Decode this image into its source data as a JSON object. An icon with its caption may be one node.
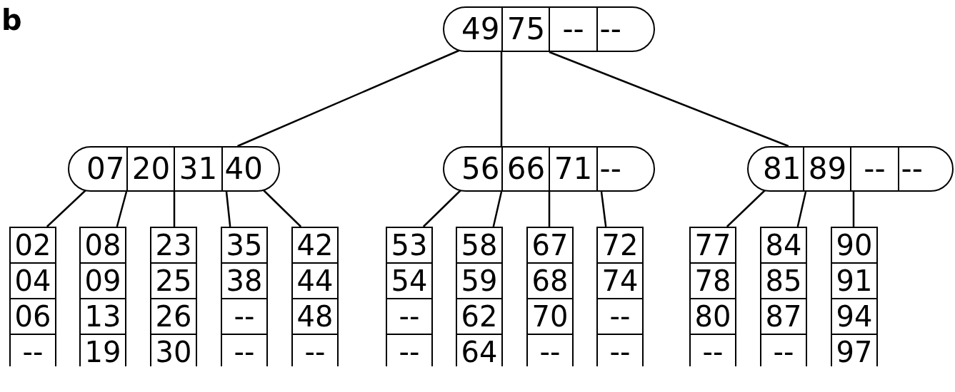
{
  "diagram": {
    "nodes": [
      {
        "text": [
          "49",
          "75",
          "--",
          "--"
        ]
      },
      {
        "text": [
          "07",
          "20",
          "31",
          "40"
        ]
      },
      {
        "text": [
          "56",
          "66",
          "71",
          "--"
        ]
      },
      {
        "text": [
          "81",
          "89",
          "--",
          "--"
        ]
      },
      {
        "text": [
          "02",
          "04",
          "06",
          "--"
        ]
      },
      {
        "text": [
          "08",
          "09",
          "13",
          "19"
        ]
      },
      {
        "text": [
          "23",
          "25",
          "26",
          "30"
        ]
      },
      {
        "text": [
          "35",
          "38",
          "--",
          "--"
        ]
      },
      {
        "text": [
          "42",
          "44",
          "48",
          "--"
        ]
      },
      {
        "text": [
          "53",
          "54",
          "--",
          "--"
        ]
      },
      {
        "text": [
          "58",
          "59",
          "62",
          "64"
        ]
      },
      {
        "text": [
          "67",
          "68",
          "70",
          "--"
        ]
      },
      {
        "text": [
          "72",
          "74",
          "--",
          "--"
        ]
      },
      {
        "text": [
          "77",
          "78",
          "80",
          "--"
        ]
      },
      {
        "text": [
          "84",
          "85",
          "87",
          "--"
        ]
      },
      {
        "text": [
          "90",
          "91",
          "94",
          "97"
        ]
      }
    ],
    "edges": [
      {
        "from": 0,
        "to": 1,
        "arrow": "none"
      },
      {
        "from": 0,
        "to": 2,
        "arrow": "none"
      },
      {
        "from": 0,
        "to": 3,
        "arrow": "none"
      },
      {
        "from": 1,
        "to": 4,
        "arrow": "none"
      },
      {
        "from": 1,
        "to": 5,
        "arrow": "none"
      },
      {
        "from": 1,
        "to": 6,
        "arrow": "none"
      },
      {
        "from": 1,
        "to": 7,
        "arrow": "none"
      },
      {
        "from": 1,
        "to": 8,
        "arrow": "none"
      },
      {
        "from": 2,
        "to": 9,
        "arrow": "none"
      },
      {
        "from": 2,
        "to": 10,
        "arrow": "none"
      },
      {
        "from": 2,
        "to": 11,
        "arrow": "none"
      },
      {
        "from": 2,
        "to": 12,
        "arrow": "none"
      },
      {
        "from": 3,
        "to": 13,
        "arrow": "none"
      },
      {
        "from": 3,
        "to": 14,
        "arrow": "none"
      },
      {
        "from": 3,
        "to": 15,
        "arrow": "none"
      }
    ],
    "labels": [
      "b"
    ]
  }
}
